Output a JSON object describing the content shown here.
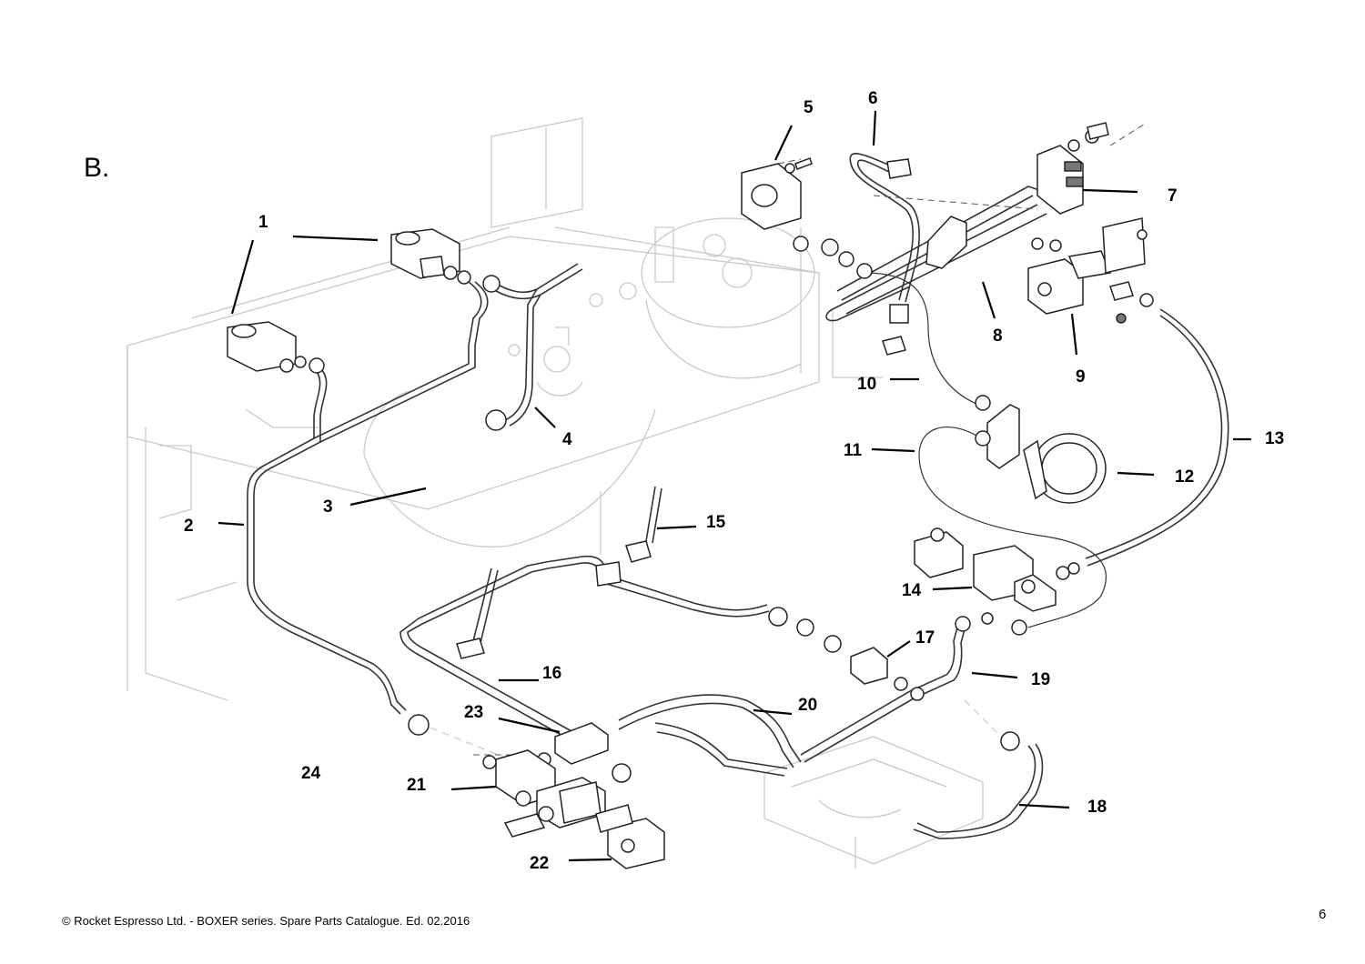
{
  "section_label": "B.",
  "footer": "© Rocket Espresso  Ltd. - BOXER series. Spare Parts Catalogue. Ed. 02.2016",
  "page_number": "6",
  "callouts": [
    {
      "id": "c1",
      "text": "1"
    },
    {
      "id": "c2",
      "text": "2"
    },
    {
      "id": "c3",
      "text": "3"
    },
    {
      "id": "c4",
      "text": "4"
    },
    {
      "id": "c5",
      "text": "5"
    },
    {
      "id": "c6",
      "text": "6"
    },
    {
      "id": "c7",
      "text": "7"
    },
    {
      "id": "c8",
      "text": "8"
    },
    {
      "id": "c9",
      "text": "9"
    },
    {
      "id": "c10",
      "text": "10"
    },
    {
      "id": "c11",
      "text": "11"
    },
    {
      "id": "c12",
      "text": "12"
    },
    {
      "id": "c13",
      "text": "13"
    },
    {
      "id": "c14",
      "text": "14"
    },
    {
      "id": "c15",
      "text": "15"
    },
    {
      "id": "c16",
      "text": "16"
    },
    {
      "id": "c17",
      "text": "17"
    },
    {
      "id": "c18",
      "text": "18"
    },
    {
      "id": "c19",
      "text": "19"
    },
    {
      "id": "c20",
      "text": "20"
    },
    {
      "id": "c21",
      "text": "21"
    },
    {
      "id": "c22",
      "text": "22"
    },
    {
      "id": "c23",
      "text": "23"
    },
    {
      "id": "c24",
      "text": "24"
    }
  ]
}
